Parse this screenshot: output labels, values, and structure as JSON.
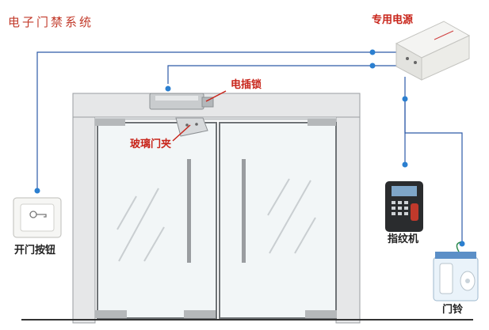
{
  "title": "电子门禁系统",
  "labels": {
    "power_supply": "专用电源",
    "electric_lock": "电插锁",
    "glass_clamp": "玻璃门夹",
    "door_button": "开门按钮",
    "fingerprint": "指纹机",
    "doorbell": "门铃"
  },
  "colors": {
    "wire": "#2d5aa8",
    "node": "#2b7fd0",
    "label_red": "#c8251b",
    "frame": "#8a8d90",
    "glass": "#dfe7ea"
  }
}
